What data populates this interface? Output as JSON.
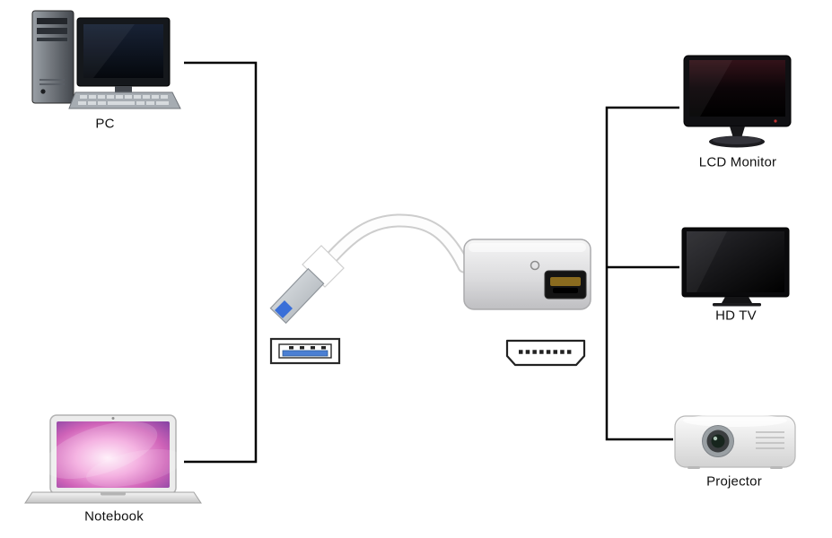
{
  "labels": {
    "pc": "PC",
    "notebook": "Notebook",
    "lcd_monitor": "LCD Monitor",
    "hd_tv": "HD TV",
    "projector": "Projector"
  },
  "icons": {
    "usb_port": "usb-a-female-port-icon",
    "hdmi_port": "hdmi-female-port-icon"
  },
  "colors": {
    "line": "#000000",
    "cable_white": "#ffffff",
    "adapter_silver": "#d6d6d8",
    "usb_tongue_blue": "#4a7fd4",
    "hdmi_contact_gold": "#8a6b1f",
    "notebook_wallpaper_pink": "#cf63b8"
  }
}
